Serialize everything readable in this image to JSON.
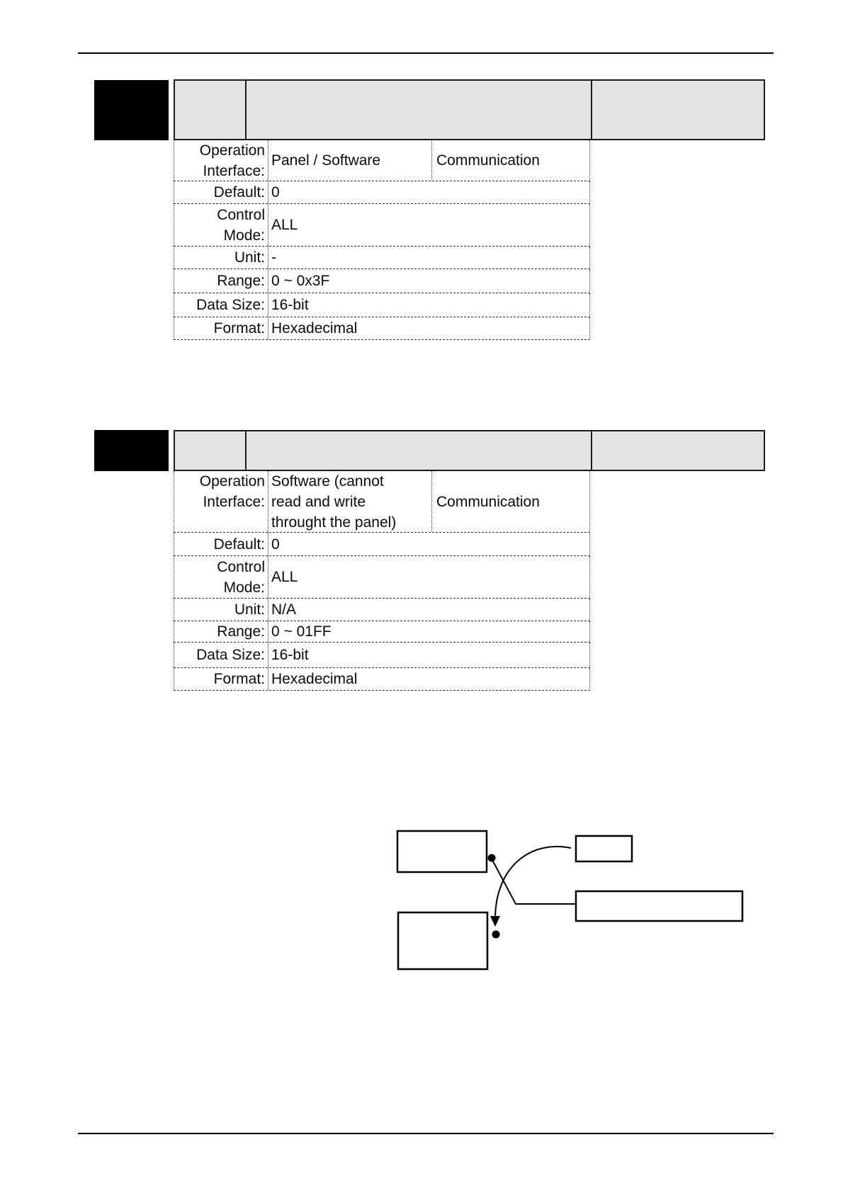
{
  "colors": {
    "page_bg": "#ffffff",
    "header_fill": "#e4e4e4",
    "ink": "#000000"
  },
  "table1": {
    "rows": {
      "operation": {
        "label_line1": "Operation",
        "label_line2": "Interface:",
        "value": "Panel / Software",
        "value2": "Communication"
      },
      "default": {
        "label": "Default:",
        "value": "0"
      },
      "control": {
        "label_line1": "Control",
        "label_line2": "Mode:",
        "value": "ALL"
      },
      "unit": {
        "label": "Unit:",
        "value": "-"
      },
      "range": {
        "label": "Range:",
        "value": "0 ~ 0x3F"
      },
      "data_size": {
        "label": "Data Size:",
        "value": "16-bit"
      },
      "format": {
        "label": "Format:",
        "value": "Hexadecimal"
      }
    }
  },
  "table2": {
    "rows": {
      "operation": {
        "label_line1": "Operation",
        "label_line2": "Interface:",
        "value_line1": "Software (cannot",
        "value_line2": "read and write",
        "value_line3": "throught the panel)",
        "value2": "Communication"
      },
      "default": {
        "label": "Default:",
        "value": "0"
      },
      "control": {
        "label_line1": "Control",
        "label_line2": "Mode:",
        "value": "ALL"
      },
      "unit": {
        "label": "Unit:",
        "value": "N/A"
      },
      "range": {
        "label": "Range:",
        "value": "0 ~ 01FF"
      },
      "data_size": {
        "label": "Data Size:",
        "value": "16-bit"
      },
      "format": {
        "label": "Format:",
        "value": "Hexadecimal"
      }
    }
  }
}
